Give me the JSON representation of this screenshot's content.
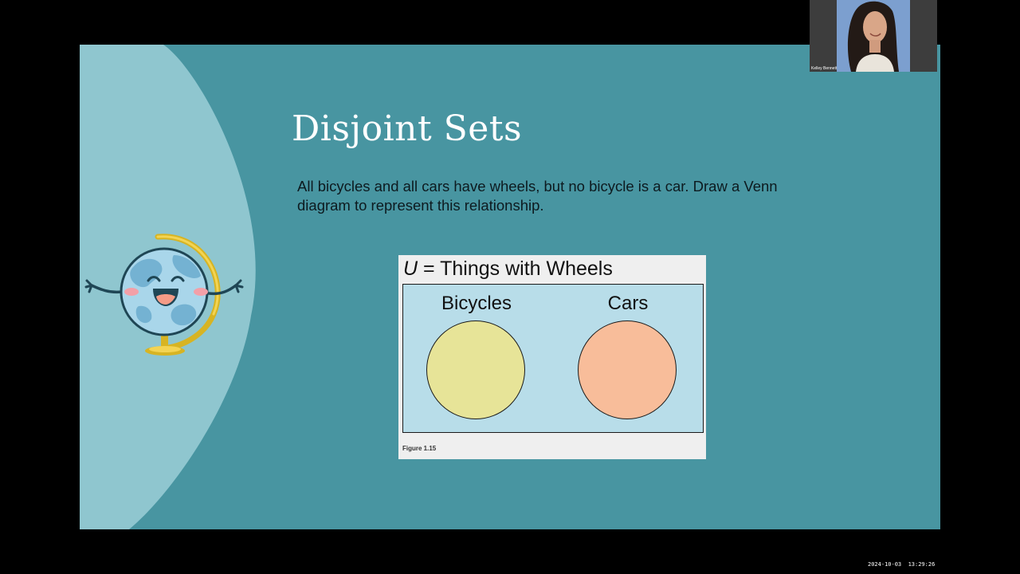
{
  "slide": {
    "title": "Disjoint Sets",
    "body": "All bicycles and all cars have wheels, but no bicycle is a car. Draw a Venn diagram to represent this relationship.",
    "mascot_icon": "happy-globe-icon",
    "colors": {
      "background": "#4895a1",
      "arc": "#8fc6cf",
      "title": "#ffffff"
    }
  },
  "figure": {
    "universe_var": "U",
    "universe_rest": " = Things with Wheels",
    "sets": [
      {
        "label": "Bicycles",
        "color": "#e7e498"
      },
      {
        "label": "Cars",
        "color": "#f8bd9a"
      }
    ],
    "caption": "Figure 1.15",
    "colors": {
      "card": "#efefef",
      "universe": "#b8dde9"
    }
  },
  "video": {
    "participant_name": "Kelley Bennett"
  },
  "recording": {
    "timestamp": "2024-10-03  13:29:26"
  }
}
